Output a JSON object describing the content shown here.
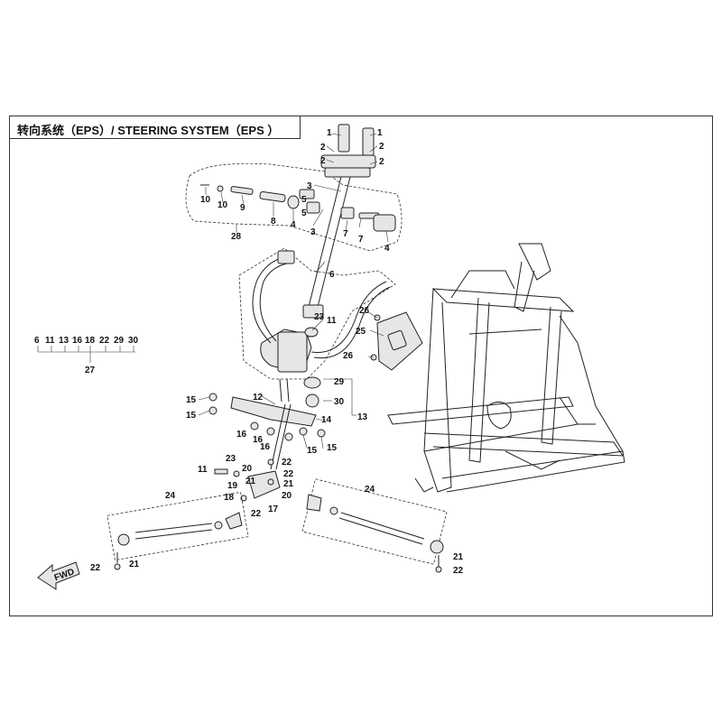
{
  "title": "转向系统（EPS）/ STEERING SYSTEM（EPS ）",
  "fwd_label": "FWD",
  "callouts": {
    "c1a": "1",
    "c1b": "1",
    "c2a": "2",
    "c2b": "2",
    "c2c": "2",
    "c2d": "2",
    "c3a": "3",
    "c3b": "3",
    "c4a": "4",
    "c4b": "4",
    "c5a": "5",
    "c5b": "5",
    "c6a": "6",
    "c7a": "7",
    "c7b": "7",
    "c8": "8",
    "c9": "9",
    "c10a": "10",
    "c10b": "10",
    "c11a": "11",
    "c11b": "11",
    "c12": "12",
    "c13": "13",
    "c14": "14",
    "c15a": "15",
    "c15b": "15",
    "c15c": "15",
    "c15d": "15",
    "c16a": "16",
    "c16b": "16",
    "c16c": "16",
    "c17": "17",
    "c18": "18",
    "c19": "19",
    "c20a": "20",
    "c20b": "20",
    "c21a": "21",
    "c21b": "21",
    "c21c": "21",
    "c21d": "21",
    "c22a": "22",
    "c22b": "22",
    "c22c": "22",
    "c22d": "22",
    "c22e": "22",
    "c23a": "23",
    "c23b": "23",
    "c24a": "24",
    "c24b": "24",
    "c25": "25",
    "c26a": "26",
    "c26b": "26",
    "c27": "27",
    "c28": "28",
    "c29": "29",
    "c30": "30"
  },
  "group_27": [
    "6",
    "11",
    "13",
    "16",
    "18",
    "22",
    "29",
    "30"
  ]
}
